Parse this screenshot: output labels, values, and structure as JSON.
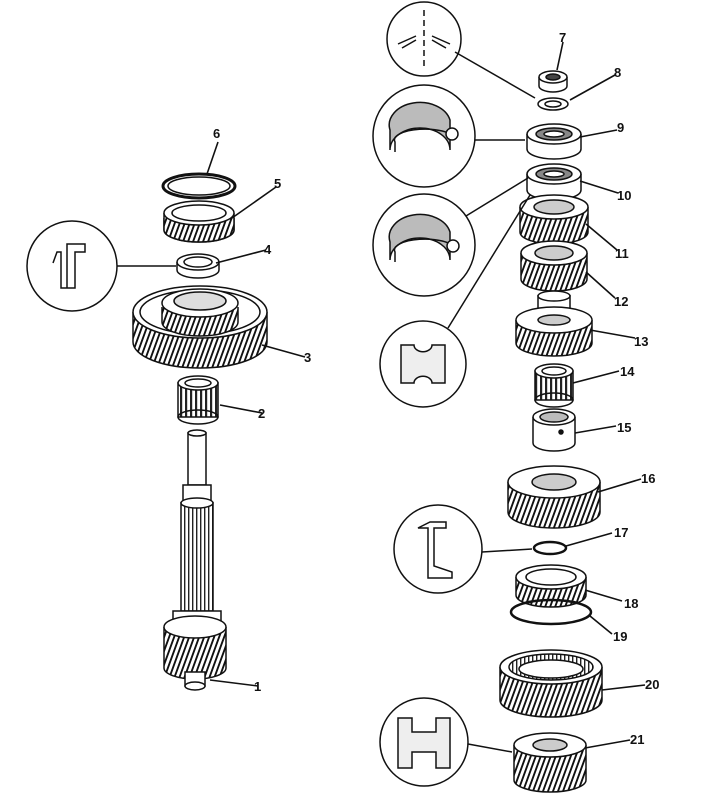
{
  "callouts": [
    {
      "id": "1",
      "text": "1"
    },
    {
      "id": "2",
      "text": "2"
    },
    {
      "id": "3",
      "text": "3"
    },
    {
      "id": "4",
      "text": "4"
    },
    {
      "id": "5",
      "text": "5"
    },
    {
      "id": "6",
      "text": "6"
    },
    {
      "id": "7",
      "text": "7"
    },
    {
      "id": "8",
      "text": "8"
    },
    {
      "id": "9",
      "text": "9"
    },
    {
      "id": "10",
      "text": "10"
    },
    {
      "id": "11",
      "text": "11"
    },
    {
      "id": "12",
      "text": "12"
    },
    {
      "id": "13",
      "text": "13"
    },
    {
      "id": "14",
      "text": "14"
    },
    {
      "id": "15",
      "text": "15"
    },
    {
      "id": "16",
      "text": "16"
    },
    {
      "id": "17",
      "text": "17"
    },
    {
      "id": "18",
      "text": "18"
    },
    {
      "id": "19",
      "text": "19"
    },
    {
      "id": "20",
      "text": "20"
    },
    {
      "id": "21",
      "text": "21"
    }
  ],
  "colors": {
    "ink": "#111111",
    "paper": "#ffffff",
    "shade": "#555555"
  }
}
